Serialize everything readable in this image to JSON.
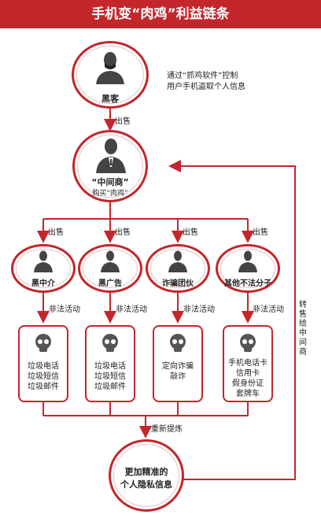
{
  "title": "手机变“肉鸡”利益链条",
  "hacker": {
    "label": "黑客",
    "note_line1": "通过“抓鸡软件”控制",
    "note_line2": "用户手机盗取个人信息"
  },
  "sell_label": "出售",
  "middleman": {
    "label": "“中间商”",
    "sublabel": "购买“肉鸡”"
  },
  "branches": [
    {
      "label": "黑中介",
      "action": "非法活动",
      "items": [
        "垃圾电话",
        "垃圾短信",
        "垃圾邮件"
      ]
    },
    {
      "label": "黑广告",
      "action": "非法活动",
      "items": [
        "垃圾电话",
        "垃圾短信",
        "垃圾邮件"
      ]
    },
    {
      "label": "诈骗团伙",
      "action": "非法活动",
      "items": [
        "定向诈骗",
        "敲诈"
      ]
    },
    {
      "label": "其他不法分子",
      "action": "非法活动",
      "items": [
        "手机电话卡",
        "信用卡",
        "假身份证",
        "套牌车"
      ]
    }
  ],
  "refine_label": "重新提炼",
  "result": {
    "line1": "更加精准的",
    "line2": "个人隐私信息"
  },
  "resell_label": "转售给中间商",
  "colors": {
    "accent": "#c3262b",
    "icon": "#444444",
    "line": "#c3262b"
  }
}
